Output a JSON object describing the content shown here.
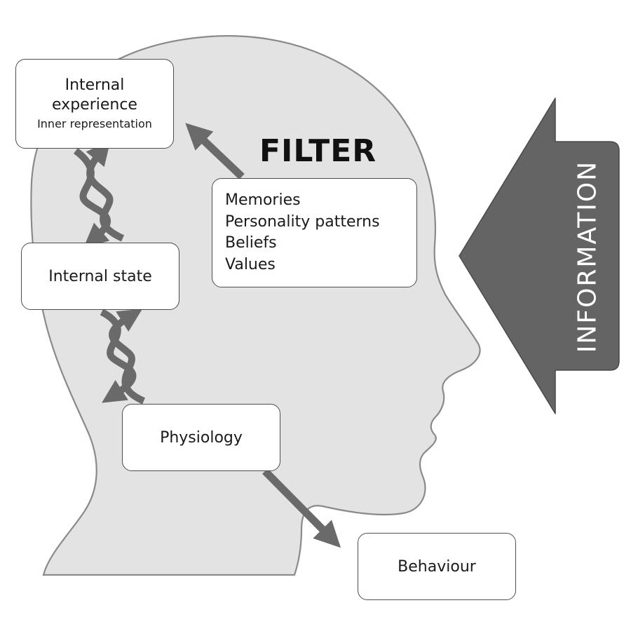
{
  "diagram": {
    "filter_heading": "FILTER",
    "information_label": "INFORMATION",
    "internal_experience": {
      "title_line1": "Internal",
      "title_line2": "experience",
      "subtitle": "Inner representation"
    },
    "internal_state": "Internal state",
    "physiology": "Physiology",
    "behaviour": "Behaviour",
    "filter_items": [
      "Memories",
      "Personality patterns",
      "Beliefs",
      "Values"
    ]
  },
  "colors": {
    "head_fill": "#e3e3e3",
    "head_outline": "#8a8a8a",
    "arrow": "#6a6a6a",
    "information_arrow": "#646464",
    "box_border": "#4d4d4d",
    "box_fill": "#ffffff",
    "text": "#1a1a1a"
  }
}
